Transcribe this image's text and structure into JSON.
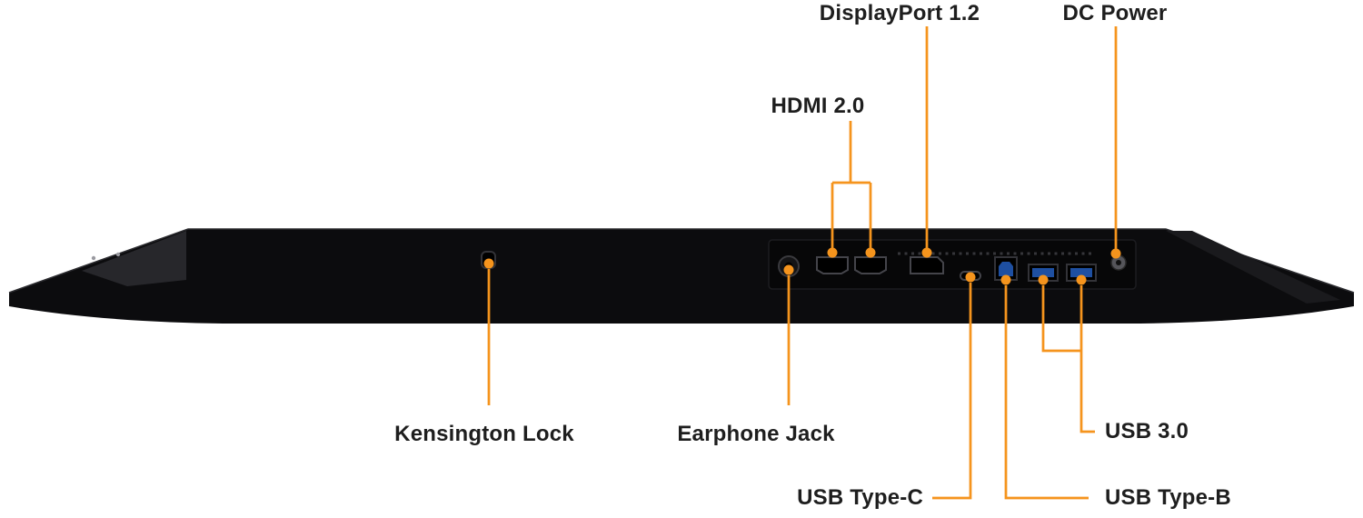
{
  "colors": {
    "accent": "#F5941D",
    "monitor_black": "#0C0C0E",
    "usb_blue": "#1E4FA1",
    "label_text": "#1E1E1E",
    "background": "#FFFFFF"
  },
  "labels": {
    "displayport": "DisplayPort 1.2",
    "dc_power": "DC Power",
    "hdmi": "HDMI 2.0",
    "kensington": "Kensington Lock",
    "earphone": "Earphone Jack",
    "usb_c": "USB Type-C",
    "usb_b": "USB Type-B",
    "usb3": "USB 3.0"
  },
  "ports": [
    {
      "id": "kensington-lock-slot",
      "label_key": "kensington"
    },
    {
      "id": "earphone-jack",
      "label_key": "earphone"
    },
    {
      "id": "hdmi-1",
      "label_key": "hdmi"
    },
    {
      "id": "hdmi-2",
      "label_key": "hdmi"
    },
    {
      "id": "displayport",
      "label_key": "displayport"
    },
    {
      "id": "usb-type-c",
      "label_key": "usb_c"
    },
    {
      "id": "usb-type-b",
      "label_key": "usb_b"
    },
    {
      "id": "usb-3-0-1",
      "label_key": "usb3"
    },
    {
      "id": "usb-3-0-2",
      "label_key": "usb3"
    },
    {
      "id": "dc-power",
      "label_key": "dc_power"
    }
  ]
}
